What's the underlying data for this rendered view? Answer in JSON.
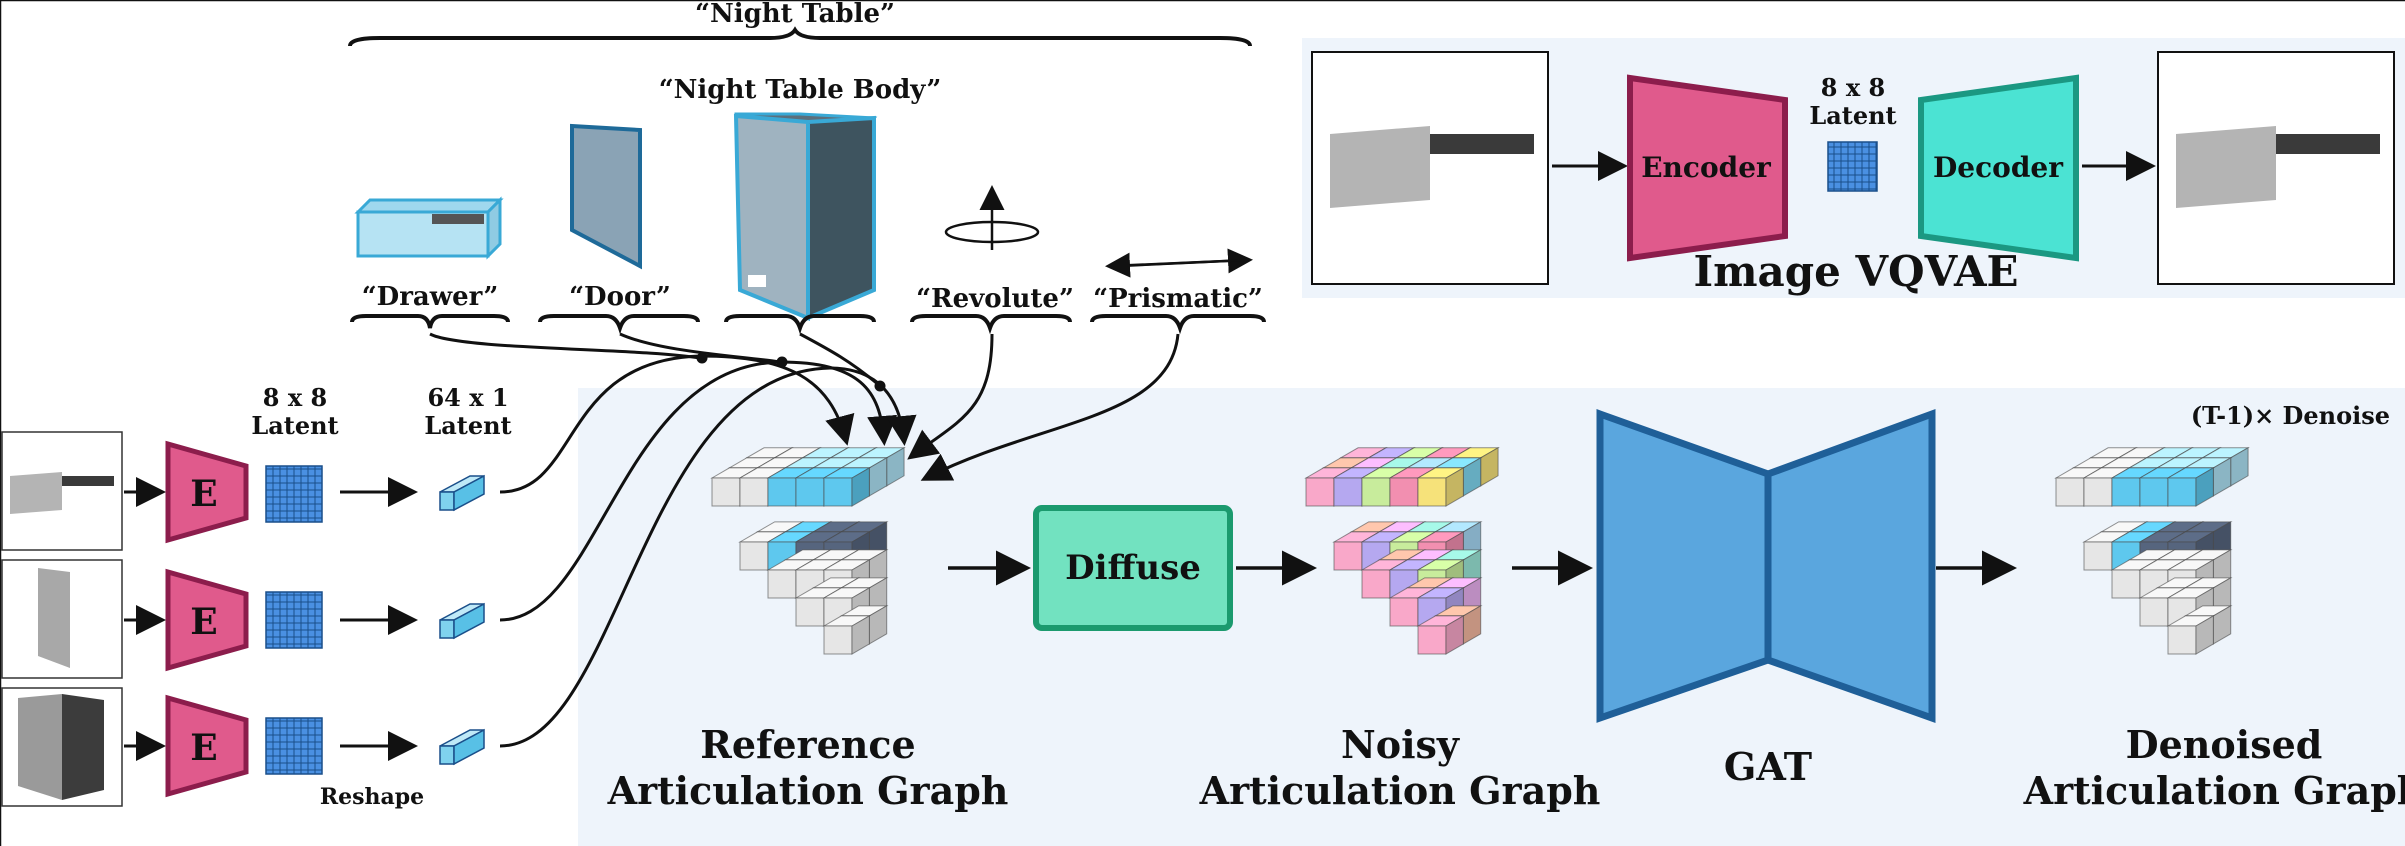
{
  "top": {
    "night_table": "“Night Table”",
    "night_table_body": "“Night Table Body”",
    "drawer": "“Drawer”",
    "door": "“Door”",
    "revolute": "“Revolute”",
    "prismatic": "“Prismatic”"
  },
  "vqvae": {
    "title": "Image VQVAE",
    "encoder": "Encoder",
    "decoder": "Decoder",
    "latent_line1": "8 x 8",
    "latent_line2": "Latent"
  },
  "left": {
    "latent8_line1": "8 x 8",
    "latent8_line2": "Latent",
    "latent64_line1": "64 x 1",
    "latent64_line2": "Latent",
    "encoder_letter": "E",
    "reshape": "Reshape"
  },
  "main": {
    "diffuse": "Diffuse",
    "gat": "GAT",
    "repeat": "(T-1)× Denoise",
    "ref_line1": "Reference",
    "ref_line2": "Articulation Graph",
    "noisy_line1": "Noisy",
    "noisy_line2": "Articulation Graph",
    "denoised_line1": "Denoised",
    "denoised_line2": "Articulation Graph"
  },
  "colors": {
    "panel_bg": "#eef4fb",
    "encoder": "#e05a8c",
    "decoder": "#4be3d3",
    "diffuse": "#72e2c0",
    "gat": "#5aa6de",
    "grid_blue": "#4a90e2"
  }
}
